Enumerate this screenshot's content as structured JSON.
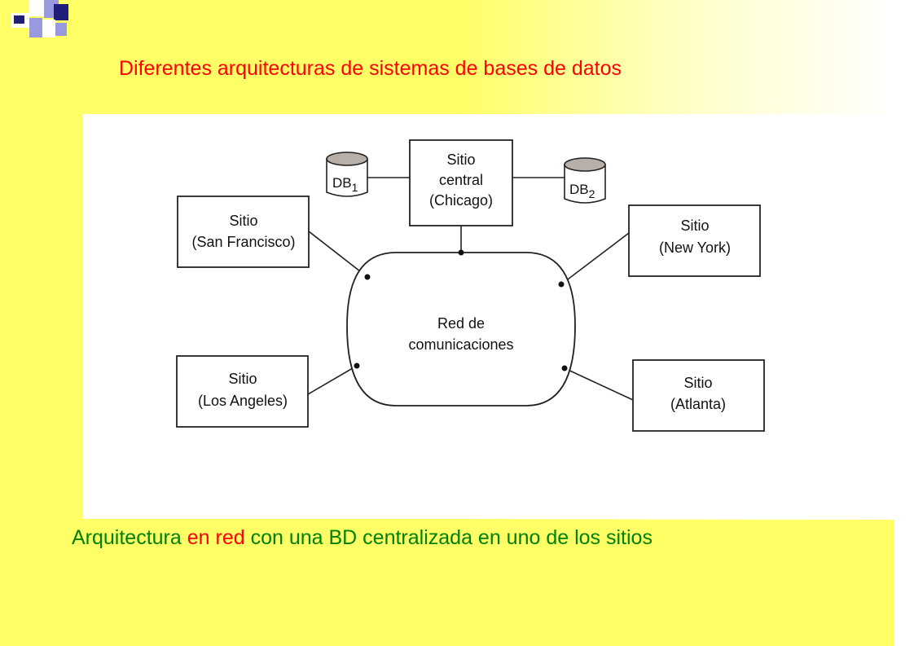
{
  "title": "Diferentes arquitecturas de sistemas de bases de datos",
  "diagram": {
    "network_line1": "Red de",
    "network_line2": "comunicaciones",
    "central": {
      "line1": "Sitio",
      "line2": "central",
      "line3": "(Chicago)"
    },
    "db1": {
      "base": "DB",
      "sub": "1"
    },
    "db2": {
      "base": "DB",
      "sub": "2"
    },
    "sf": {
      "line1": "Sitio",
      "line2": "(San Francisco)"
    },
    "ny": {
      "line1": "Sitio",
      "line2": "(New York)"
    },
    "la": {
      "line1": "Sitio",
      "line2": "(Los Angeles)"
    },
    "atl": {
      "line1": "Sitio",
      "line2": "(Atlanta)"
    }
  },
  "caption": {
    "part1": "Arquitectura ",
    "part2": "en red",
    "part3": " con una BD centralizada en uno de los sitios"
  },
  "colors": {
    "background": "#ffff66",
    "title": "#ff0000",
    "caption": "#008000",
    "highlight": "#ff0000",
    "logo_dark": "#1f1f7a",
    "logo_light": "#9999dd"
  }
}
